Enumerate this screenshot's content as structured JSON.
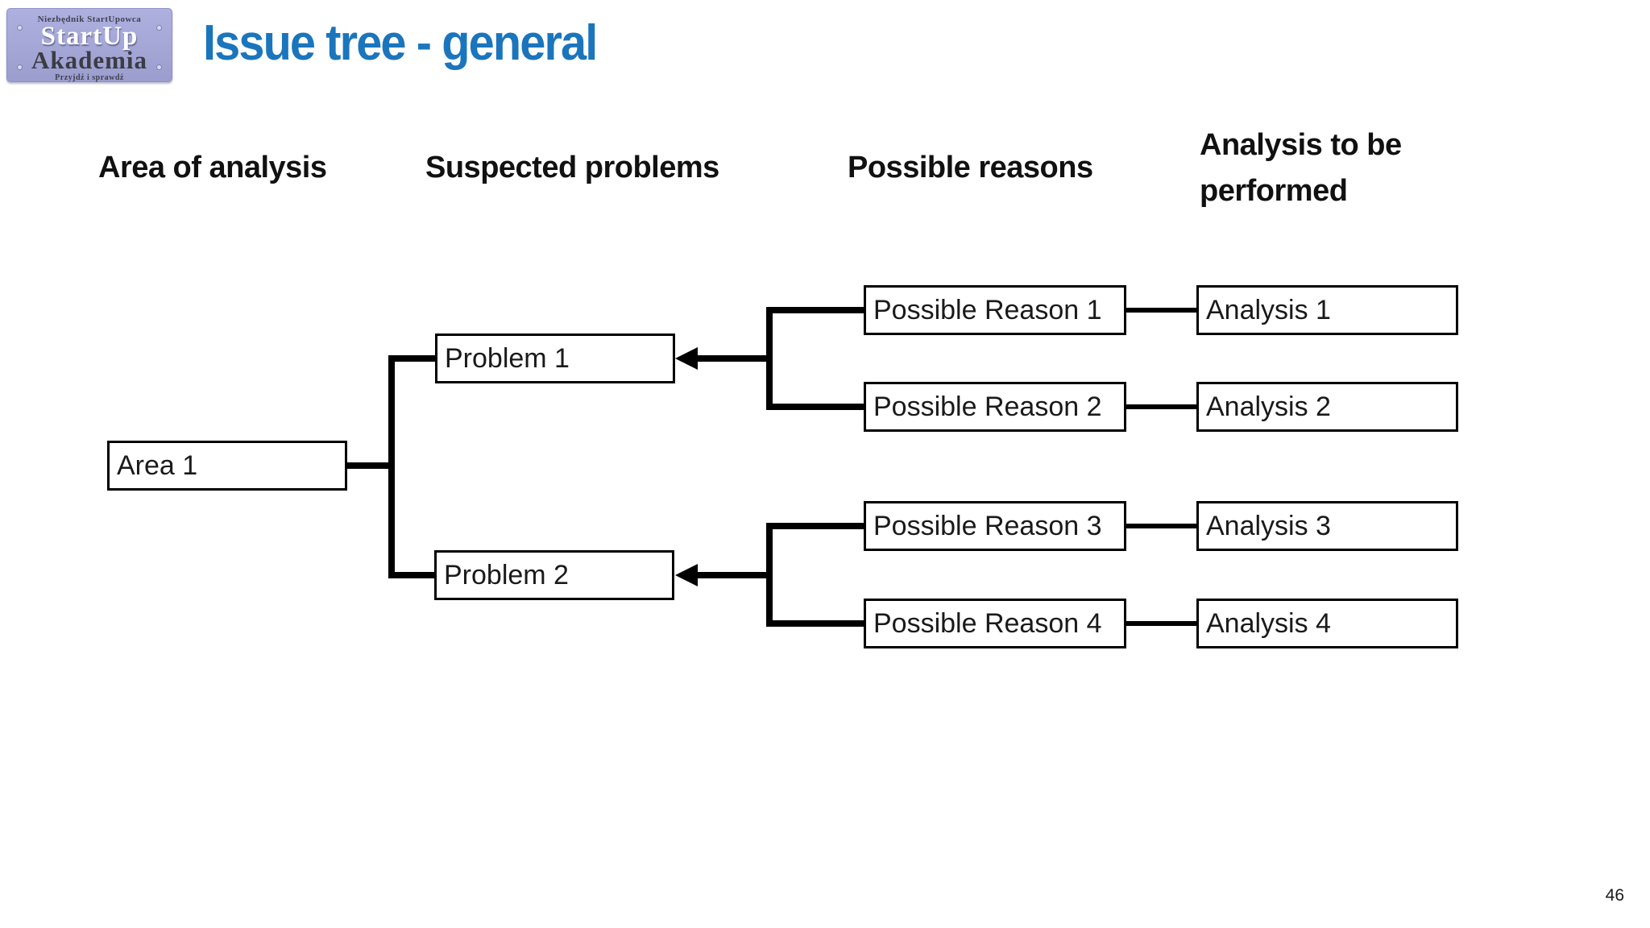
{
  "slide": {
    "title": "Issue tree - general",
    "title_color": "#1b75bc",
    "background_color": "#ffffff",
    "page_number": "46"
  },
  "logo": {
    "top_text": "Niezbędnik StartUpowca",
    "line1": "StartUp",
    "line2": "Akademia",
    "bottom_text": "Przyjdź i sprawdź",
    "plate_color": "#a6a8d8",
    "line1_color": "#ffffff",
    "line2_color": "#3b3c44"
  },
  "columns": [
    {
      "label": "Area of analysis"
    },
    {
      "label": "Suspected problems"
    },
    {
      "label": "Possible reasons"
    },
    {
      "label": "Analysis to be performed"
    }
  ],
  "tree": {
    "area": {
      "label": "Area 1"
    },
    "problems": [
      {
        "label": "Problem 1"
      },
      {
        "label": "Problem 2"
      }
    ],
    "reasons": [
      {
        "label": "Possible Reason 1"
      },
      {
        "label": "Possible Reason 2"
      },
      {
        "label": "Possible Reason 3"
      },
      {
        "label": "Possible Reason 4"
      }
    ],
    "analyses": [
      {
        "label": "Analysis 1"
      },
      {
        "label": "Analysis 2"
      },
      {
        "label": "Analysis 3"
      },
      {
        "label": "Analysis 4"
      }
    ]
  },
  "diagram": {
    "line_color": "#000000",
    "box_border_color": "#000000",
    "box_fill_color": "#ffffff"
  }
}
